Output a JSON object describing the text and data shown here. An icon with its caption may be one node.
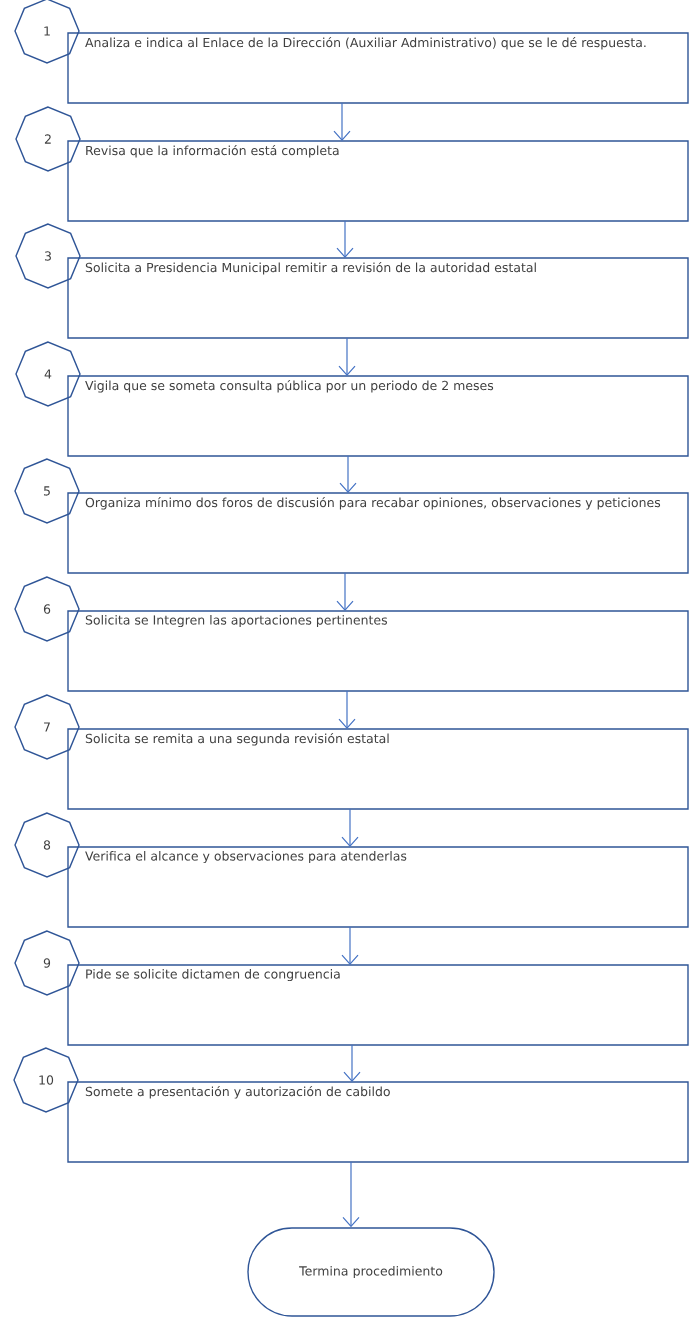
{
  "diagram": {
    "nodes": [
      {
        "text": [
          "1"
        ]
      },
      {
        "text": [
          "Analiza e indica al Enlace de la Dirección (Auxiliar Administrativo) que se le dé respuesta."
        ]
      },
      {
        "text": [
          "2"
        ]
      },
      {
        "text": [
          "Revisa que la información está completa"
        ]
      },
      {
        "text": [
          "3"
        ]
      },
      {
        "text": [
          "Solicita a Presidencia Municipal remitir a revisión de la autoridad estatal"
        ]
      },
      {
        "text": [
          "4"
        ]
      },
      {
        "text": [
          "Vigila que se someta consulta pública por un periodo de 2 meses"
        ]
      },
      {
        "text": [
          "5"
        ]
      },
      {
        "text": [
          "Organiza mínimo dos foros de discusión para recabar opiniones, observaciones y peticiones"
        ]
      },
      {
        "text": [
          "6"
        ]
      },
      {
        "text": [
          "Solicita se  Integren las aportaciones pertinentes"
        ]
      },
      {
        "text": [
          "7"
        ]
      },
      {
        "text": [
          "Solicita se remita a una segunda revisión estatal"
        ]
      },
      {
        "text": [
          "8"
        ]
      },
      {
        "text": [
          "Verifica el alcance y observaciones para atenderlas"
        ]
      },
      {
        "text": [
          "9"
        ]
      },
      {
        "text": [
          "Pide se solicite dictamen de congruencia"
        ]
      },
      {
        "text": [
          "10"
        ]
      },
      {
        "text": [
          "Somete a presentación y autorización de cabildo"
        ]
      },
      {
        "text": [
          "Termina procedimiento"
        ]
      }
    ],
    "edges": [
      {
        "from": 1,
        "to": 3,
        "arrow": "to"
      },
      {
        "from": 3,
        "to": 5,
        "arrow": "to"
      },
      {
        "from": 5,
        "to": 7,
        "arrow": "to"
      },
      {
        "from": 7,
        "to": 9,
        "arrow": "to"
      },
      {
        "from": 9,
        "to": 11,
        "arrow": "to"
      },
      {
        "from": 11,
        "to": 13,
        "arrow": "to"
      },
      {
        "from": 13,
        "to": 15,
        "arrow": "to"
      },
      {
        "from": 15,
        "to": 17,
        "arrow": "to"
      },
      {
        "from": 17,
        "to": 19,
        "arrow": "to"
      },
      {
        "from": 19,
        "to": 20,
        "arrow": "to"
      }
    ]
  }
}
